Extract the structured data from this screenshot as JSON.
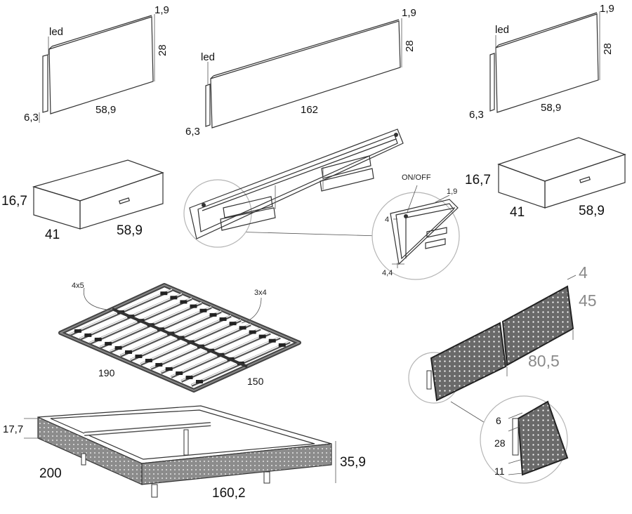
{
  "colors": {
    "outline": "#333333",
    "drawer_front": "#d9d9d9",
    "panel_fill": "#6a6a6a",
    "leader": "#b5b5b5",
    "grey_text": "#8a8a8a"
  },
  "left_headboard": {
    "led": "led",
    "depth": "1,9",
    "height": "28",
    "width": "58,9",
    "bottom": "6,3"
  },
  "center_headboard": {
    "led": "led",
    "depth": "1,9",
    "height": "28",
    "width": "162",
    "bottom": "6,3"
  },
  "right_headboard": {
    "led": "led",
    "depth": "1,9",
    "height": "28",
    "width": "58,9",
    "bottom": "6,3"
  },
  "left_drawer": {
    "height": "16,7",
    "depth": "41",
    "width": "58,9"
  },
  "right_drawer": {
    "height": "16,7",
    "depth": "41",
    "width": "58,9"
  },
  "led_detail": {
    "switch": "ON/OFF",
    "depth": "1,9",
    "top": "4",
    "bottom": "4,4"
  },
  "slat_base": {
    "frame_profile": "4x5",
    "slat_profile": "3x4",
    "length": "190",
    "width": "150"
  },
  "bed_frame": {
    "side_height": "17,7",
    "length": "200",
    "width": "160,2",
    "total_height": "35,9"
  },
  "upholstered_panel": {
    "thickness": "4",
    "height": "45",
    "width": "80,5"
  },
  "panel_detail": {
    "top": "6",
    "middle": "28",
    "bottom": "11"
  }
}
